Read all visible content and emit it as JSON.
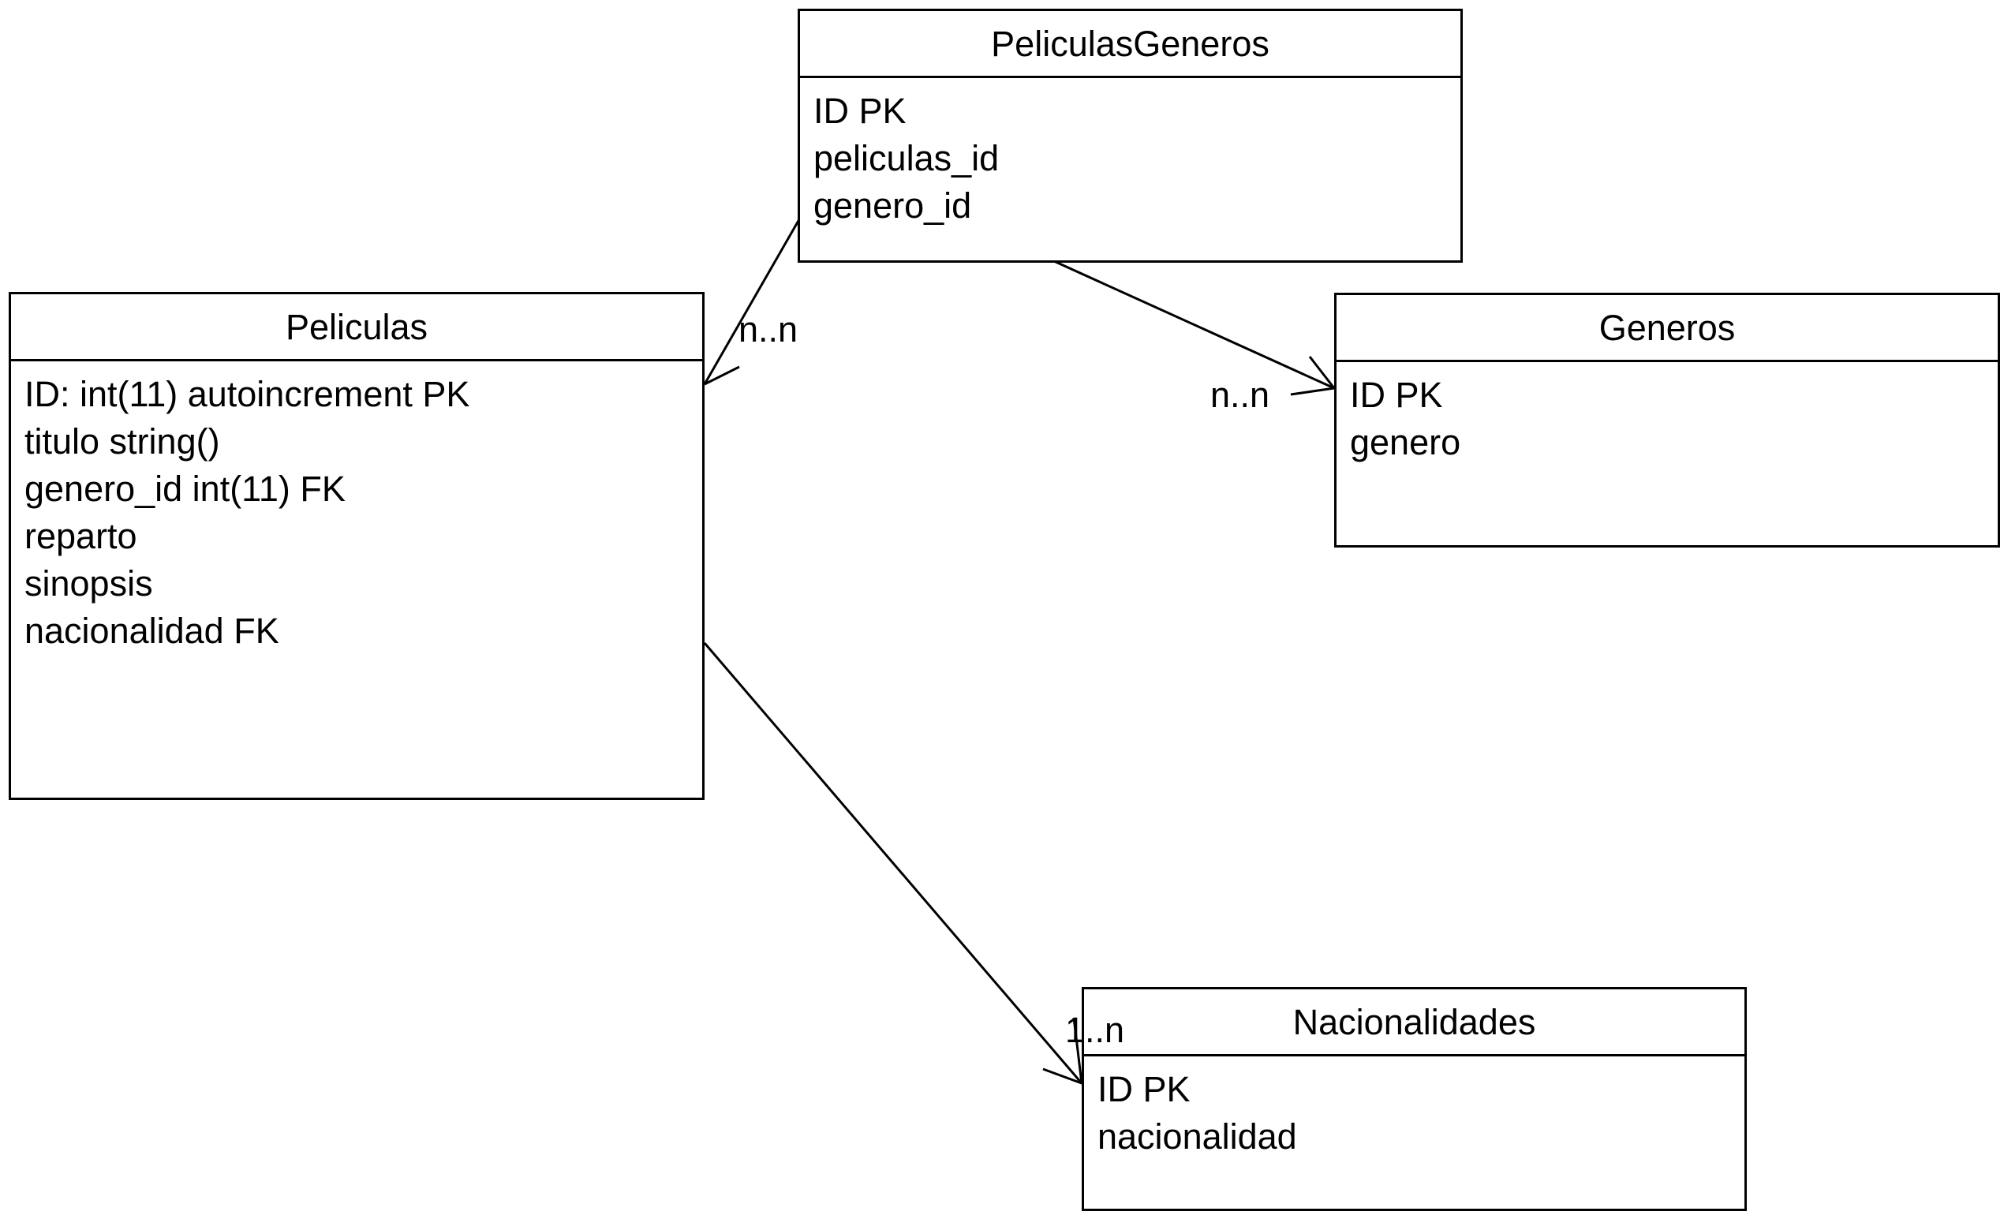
{
  "entities": {
    "peliculas": {
      "title": "Peliculas",
      "fields": [
        "ID: int(11) autoincrement PK",
        "titulo string()",
        "genero_id int(11) FK",
        "reparto",
        "sinopsis",
        "nacionalidad FK"
      ]
    },
    "peliculas_generos": {
      "title": "PeliculasGeneros",
      "fields": [
        "ID PK",
        "peliculas_id",
        "genero_id"
      ]
    },
    "generos": {
      "title": "Generos",
      "fields": [
        "ID PK",
        "genero"
      ]
    },
    "nacionalidades": {
      "title": "Nacionalidades",
      "fields": [
        "ID PK",
        "nacionalidad"
      ]
    }
  },
  "relations": [
    {
      "from": "peliculas_generos.peliculas_id",
      "to": "peliculas",
      "cardinality": "n..n"
    },
    {
      "from": "peliculas_generos.genero_id",
      "to": "generos",
      "cardinality": "n..n"
    },
    {
      "from": "peliculas.nacionalidad",
      "to": "nacionalidades",
      "cardinality": "1..n"
    }
  ],
  "colors": {
    "line": "#000000",
    "background": "#ffffff"
  }
}
